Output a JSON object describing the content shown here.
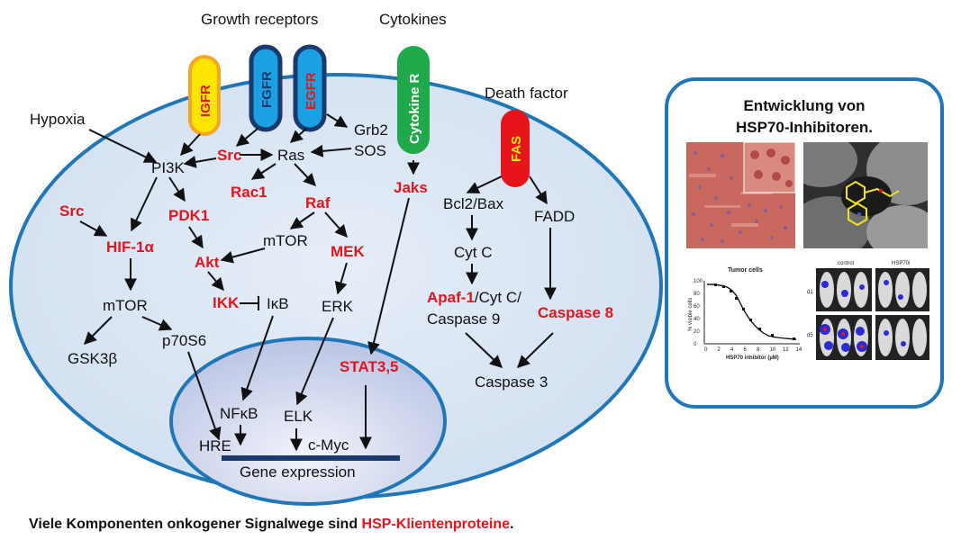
{
  "headers": {
    "growth_receptors": "Growth receptors",
    "cytokines": "Cytokines",
    "death_factor": "Death factor",
    "hypoxia": "Hypoxia"
  },
  "receptors": {
    "igfr": "IGFR",
    "fgfr": "FGFR",
    "egfr": "EGFR",
    "cytokine_r": "Cytokine R",
    "fas": "FAS"
  },
  "nodes": {
    "src_top": "Src",
    "ras": "Ras",
    "grb2": "Grb2",
    "sos": "SOS",
    "pi3k": "PI3K",
    "rac1": "Rac1",
    "raf": "Raf",
    "src_left": "Src",
    "hif1a": "HIF-1α",
    "pdk1": "PDK1",
    "mtor_mid": "mTOR",
    "mek": "MEK",
    "akt": "Akt",
    "ikk": "IKK",
    "ikb": "IκB",
    "erk": "ERK",
    "mtor_left": "mTOR",
    "p70s6": "p70S6",
    "gsk3b": "GSK3β",
    "jaks": "Jaks",
    "bcl2bax": "Bcl2/Bax",
    "fadd": "FADD",
    "cytc": "Cyt C",
    "apaf1": "Apaf-1",
    "apaf_rest": "/Cyt C/",
    "caspase9": "Caspase 9",
    "caspase8": "Caspase 8",
    "caspase3": "Caspase 3",
    "stat35": "STAT3,5",
    "nfkb": "NFκB",
    "elk": "ELK",
    "hre": "HRE",
    "cmyc": "c-Myc",
    "gene_expression": "Gene expression"
  },
  "panel": {
    "title_line1": "Entwicklung von",
    "title_line2": "HSP70-Inhibitoren.",
    "curve_title": "Tumor cells",
    "curve_xlabel": "HSP70 inhibitor (µM)",
    "curve_ylabel": "% visible cells",
    "curve_yticks": [
      "0",
      "20",
      "40",
      "60",
      "80",
      "100"
    ],
    "curve_xticks": [
      "0",
      "2",
      "4",
      "6",
      "8",
      "10",
      "12",
      "14"
    ],
    "mice_control": "control",
    "mice_treated": "HSP70i",
    "mice_d1": "d1",
    "mice_d5": "d5"
  },
  "footer": {
    "prefix": "Viele Komponenten  onkogener Signalwege sind ",
    "highlight": "HSP-Klientenproteine",
    "suffix": "."
  },
  "colors": {
    "cell_fill": "#dbe8f4",
    "cell_border": "#1f77b8",
    "accent_red": "#e8141b",
    "gene_bar": "#1b3a6b",
    "receptor_blue": "#1aa0e3",
    "receptor_navy": "#1b3a6b",
    "receptor_green": "#20a94a",
    "receptor_yellow": "#ffe400",
    "receptor_orange": "#f5a623"
  }
}
